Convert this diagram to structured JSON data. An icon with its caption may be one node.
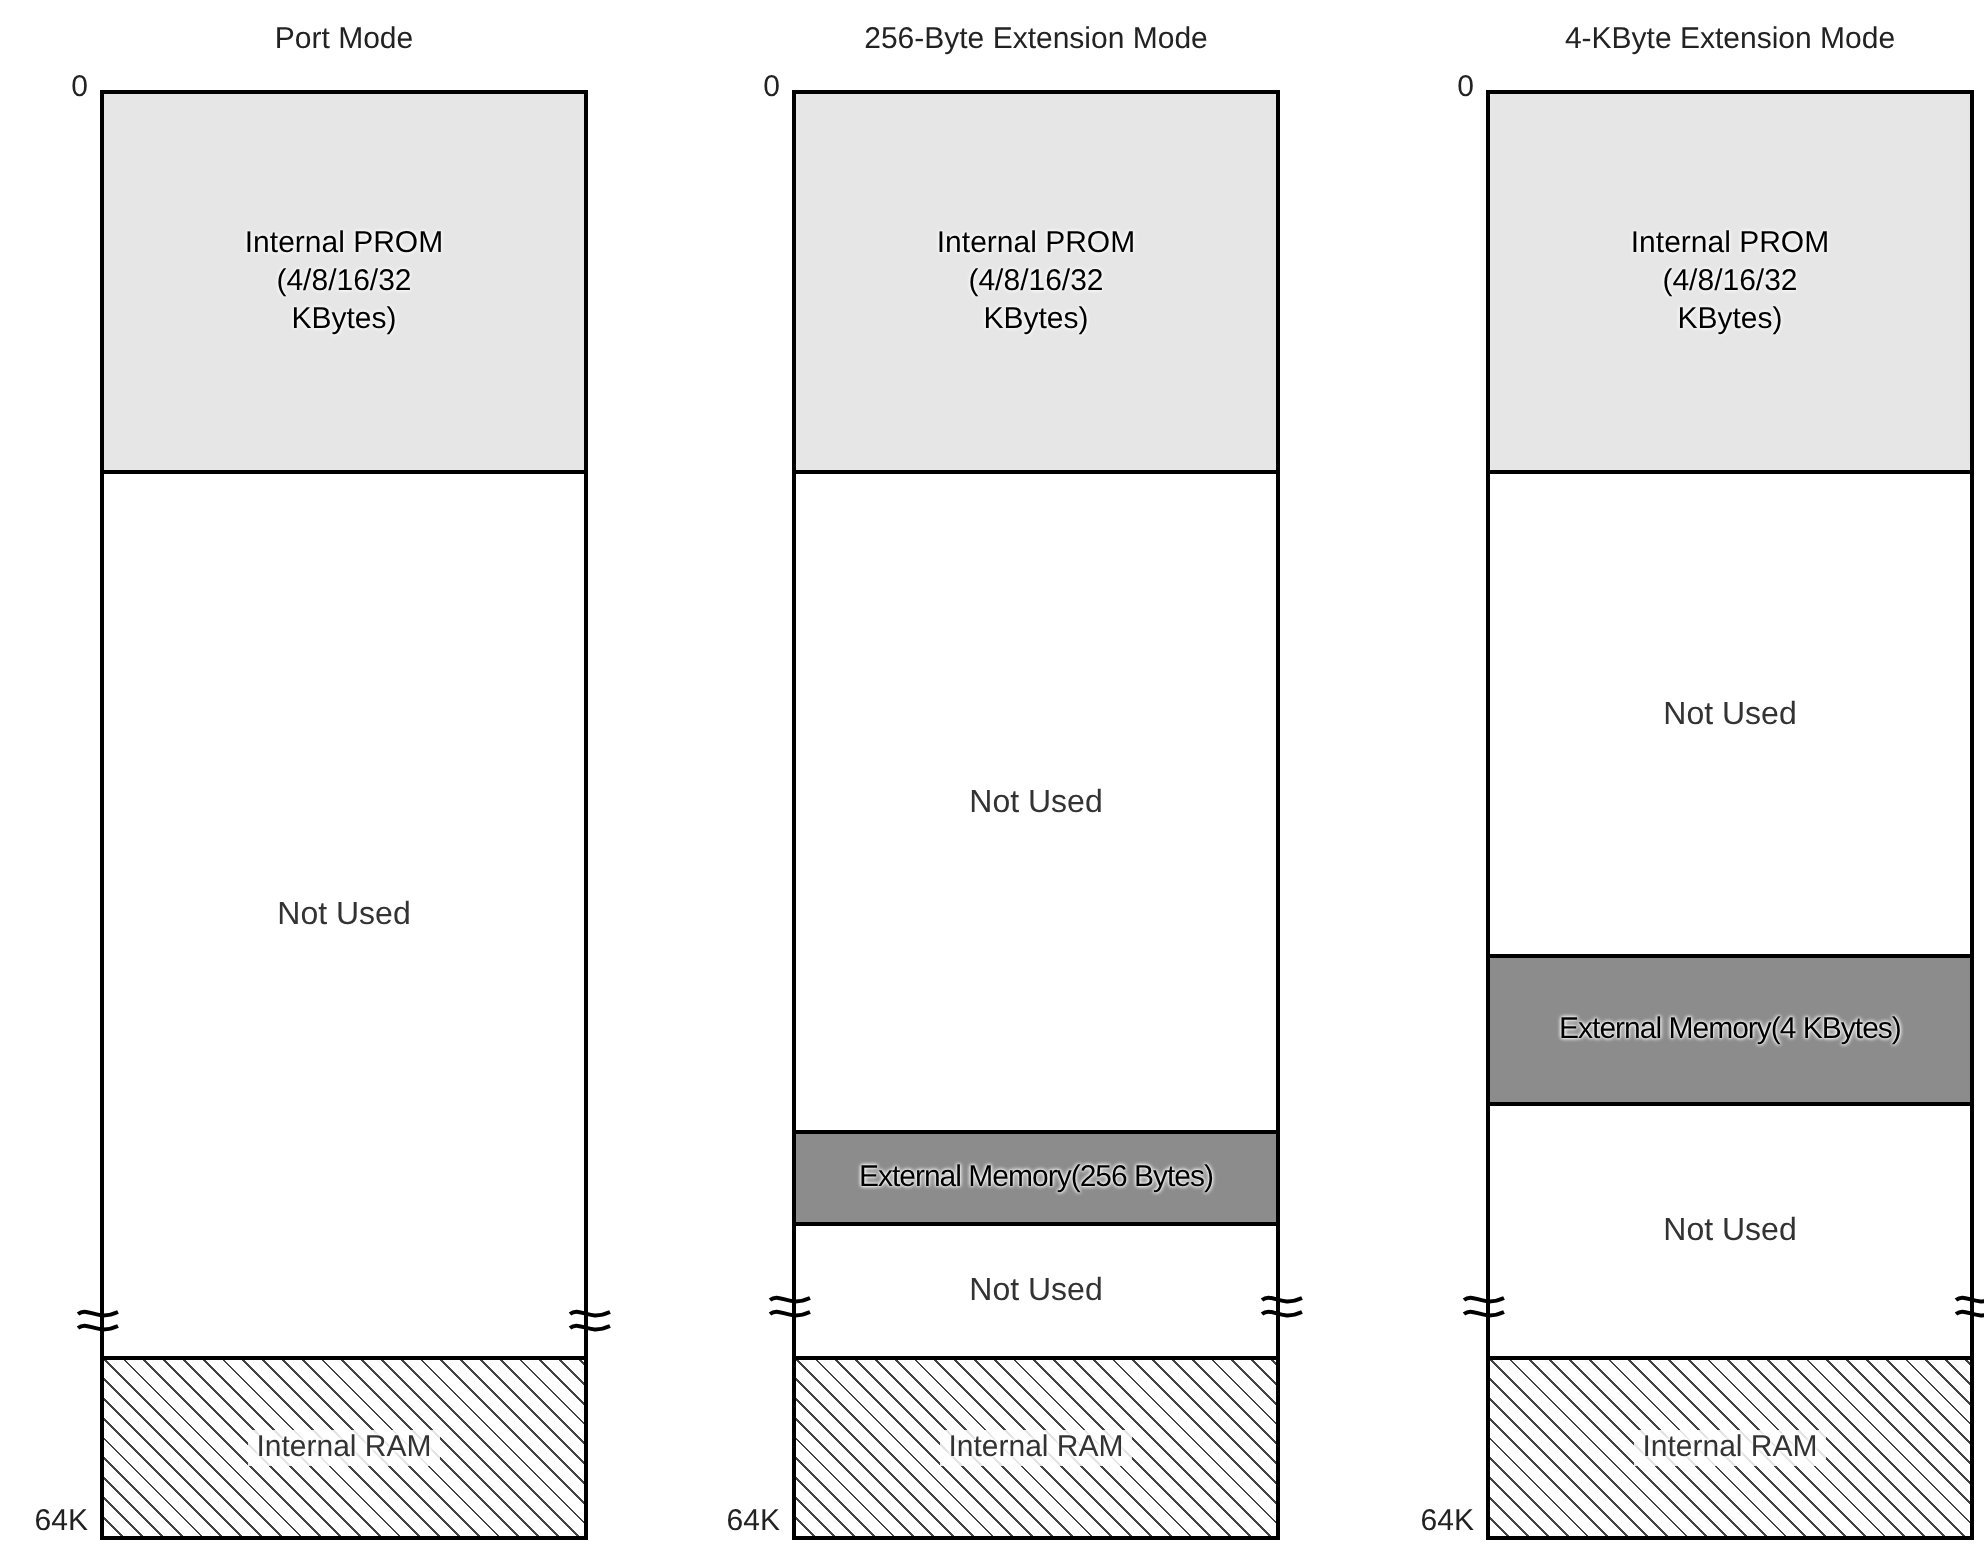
{
  "diagram": {
    "nodes": [
      {
        "text": [
          "Port Mode"
        ],
        "beside": [
          "0",
          "64K"
        ]
      },
      {
        "text": [
          "Internal PROM (4/8/16/32 KBytes)"
        ],
        "in": 0
      },
      {
        "text": [
          "Not Used"
        ],
        "in": 0
      },
      {
        "text": [
          "Internal RAM"
        ],
        "in": 0
      },
      {
        "text": [
          "256-Byte Extension Mode"
        ],
        "beside": [
          "0",
          "64K"
        ]
      },
      {
        "text": [
          "Internal PROM (4/8/16/32 KBytes)"
        ],
        "in": 4
      },
      {
        "text": [
          "Not Used"
        ],
        "in": 4
      },
      {
        "text": [
          "External Memory(256 Bytes)"
        ],
        "in": 4
      },
      {
        "text": [
          "Not Used"
        ],
        "in": 4
      },
      {
        "text": [
          "Internal RAM"
        ],
        "in": 4
      },
      {
        "text": [
          "4-KByte Extension Mode"
        ],
        "beside": [
          "0",
          "64K"
        ]
      },
      {
        "text": [
          "Internal PROM (4/8/16/32 KBytes)"
        ],
        "in": 10
      },
      {
        "text": [
          "Not Used"
        ],
        "in": 10
      },
      {
        "text": [
          "External Memory(4 KBytes)"
        ],
        "in": 10
      },
      {
        "text": [
          "Not Used"
        ],
        "in": 10
      },
      {
        "text": [
          "Internal RAM"
        ],
        "in": 10
      }
    ]
  }
}
